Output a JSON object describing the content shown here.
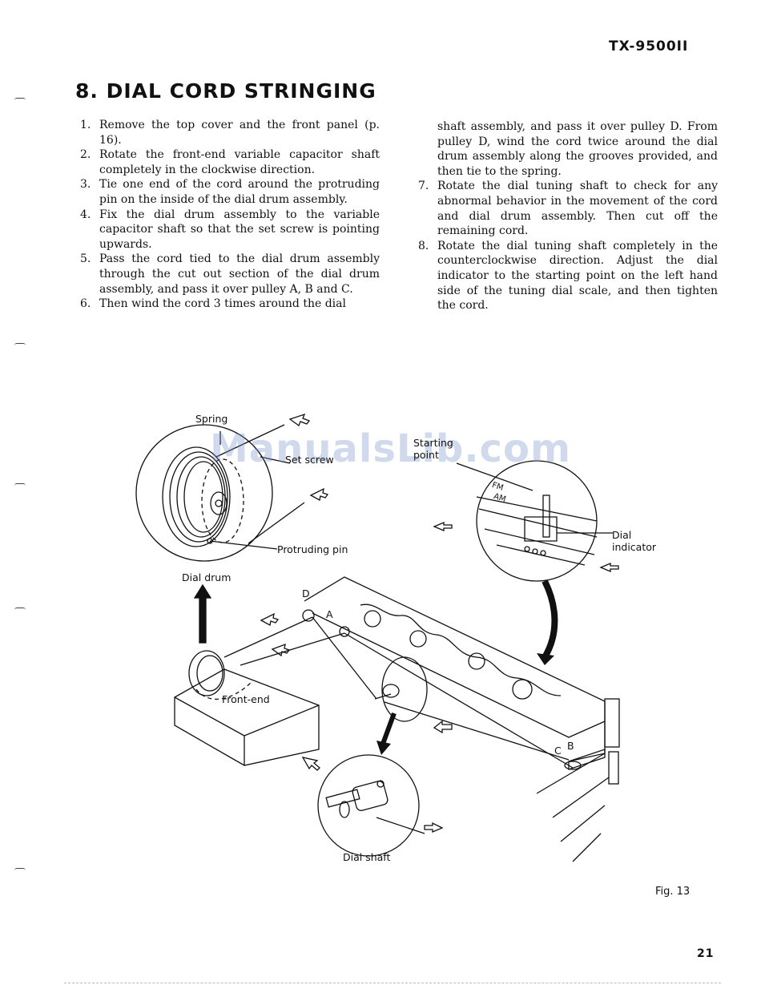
{
  "header": {
    "model": "TX-9500II"
  },
  "section": {
    "title": "8. DIAL CORD STRINGING"
  },
  "steps_left": [
    {
      "num": "1.",
      "text": "Remove the top cover and the front panel (p. 16)."
    },
    {
      "num": "2.",
      "text": "Rotate the front-end variable capacitor shaft completely in the clockwise direction."
    },
    {
      "num": "3.",
      "text": "Tie one end of the cord around the protruding pin on the inside of the dial drum assembly."
    },
    {
      "num": "4.",
      "text": "Fix the dial drum assembly to the variable capacitor shaft so that the set screw is pointing upwards."
    },
    {
      "num": "5.",
      "text": "Pass the cord tied to the dial drum assembly through the cut out section of the dial drum assembly, and pass it over pulley A, B and C."
    },
    {
      "num": "6.",
      "text": "Then wind the cord 3 times around the dial"
    }
  ],
  "steps_right": {
    "continuation": "shaft assembly, and pass it over pulley D. From pulley D, wind the cord twice around the dial drum assembly along the grooves provided, and then tie to the spring.",
    "items": [
      {
        "num": "7.",
        "text": "Rotate the dial tuning shaft to check for any abnormal behavior in the movement of the cord and dial drum assembly. Then cut off the remaining cord."
      },
      {
        "num": "8.",
        "text": "Rotate the dial tuning shaft completely in the counterclockwise direction. Adjust the dial indicator to the starting point on the left hand side of the tuning dial scale, and then tighten the cord."
      }
    ]
  },
  "figure": {
    "labels": {
      "spring": "Spring",
      "set_screw": "Set screw",
      "protruding_pin": "Protruding pin",
      "dial_drum": "Dial drum",
      "starting_point": "Starting point",
      "dial_indicator": "Dial indicator",
      "fm": "FM",
      "am": "AM",
      "pulley_a": "A",
      "pulley_b": "B",
      "pulley_c": "C",
      "pulley_d": "D",
      "front_end": "Front-end",
      "dial_shaft": "Dial shaft"
    },
    "caption": "Fig. 13"
  },
  "watermark": "ManualsLib.com",
  "footer": {
    "page_number": "21"
  }
}
